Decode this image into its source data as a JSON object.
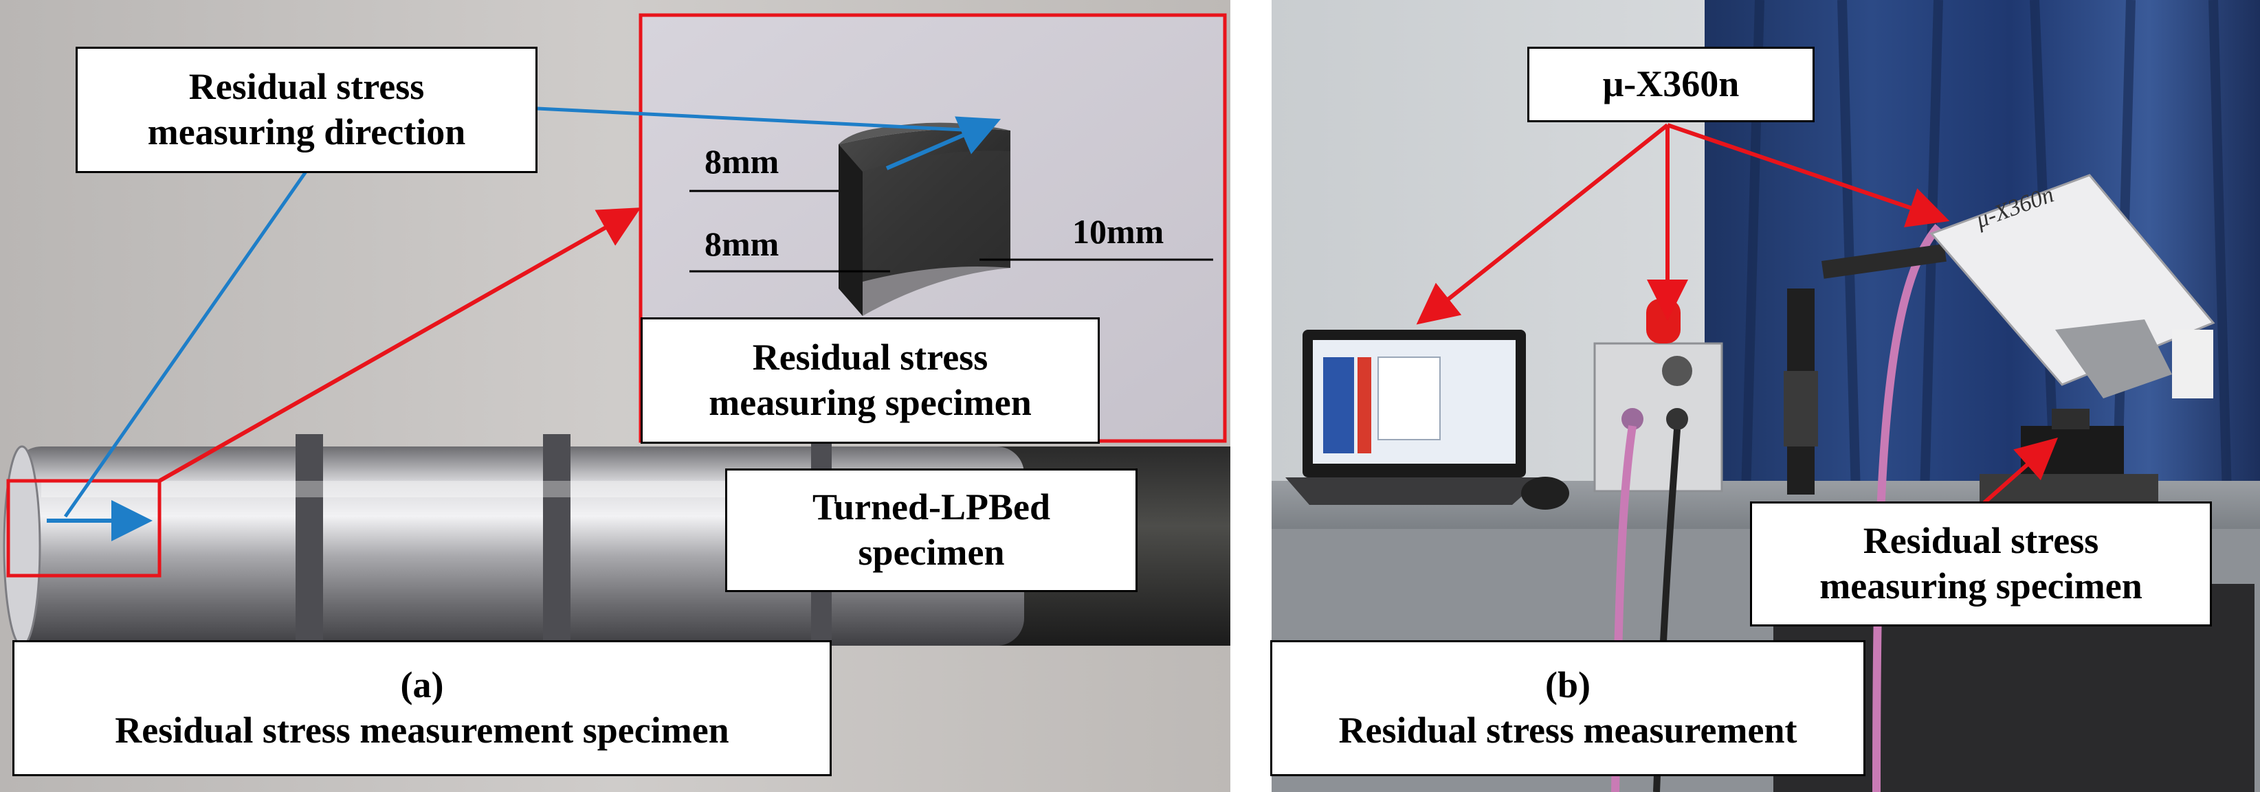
{
  "panel_a": {
    "caption_letter": "(a)",
    "caption_text": "Residual stress measurement specimen",
    "direction_label_line1": "Residual stress",
    "direction_label_line2": "measuring direction",
    "specimen_label_line1": "Residual stress",
    "specimen_label_line2": "measuring specimen",
    "turned_label_line1": "Turned-LPBed",
    "turned_label_line2": "specimen",
    "dim_top": "8mm",
    "dim_mid": "8mm",
    "dim_right": "10mm"
  },
  "panel_b": {
    "caption_letter": "(b)",
    "caption_text": "Residual stress measurement",
    "device_label": "μ-X360n",
    "specimen_label_line1": "Residual stress",
    "specimen_label_line2": "measuring specimen",
    "device_housing_text": "μ-X360n"
  },
  "colors": {
    "annotation_red": "#e8141b",
    "annotation_blue": "#1e7ec8",
    "inset_border": "#e8141b",
    "label_border": "#000000"
  }
}
